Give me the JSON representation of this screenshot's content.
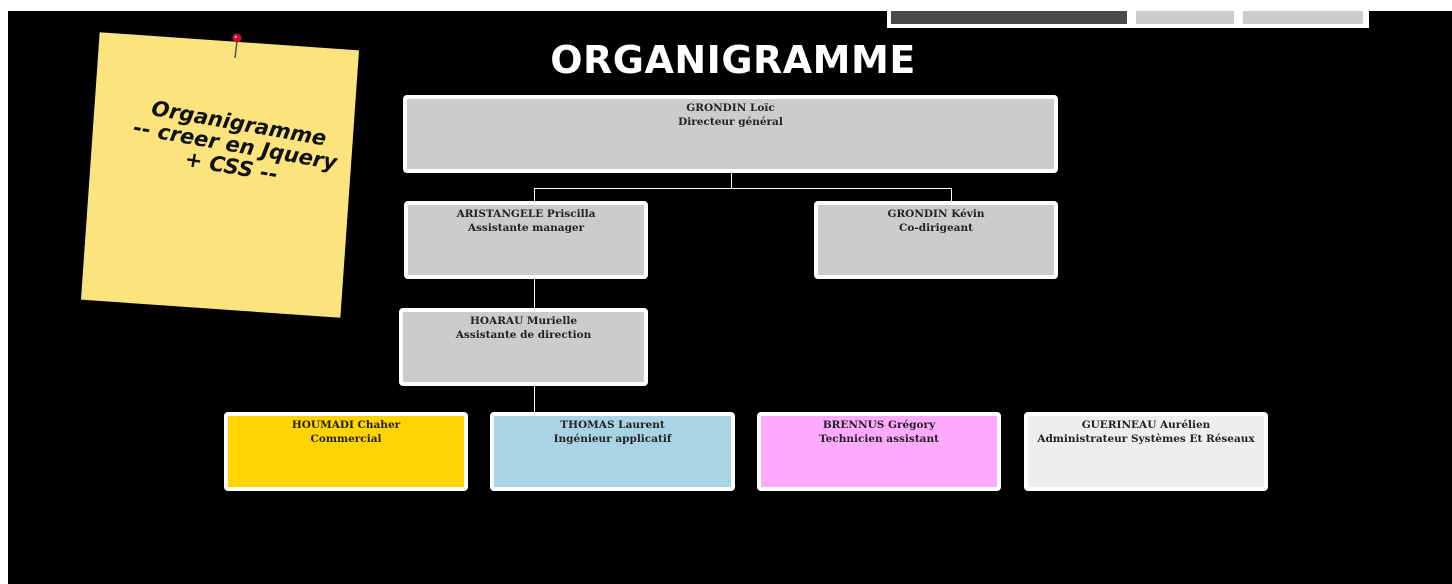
{
  "page": {
    "title": "ORGANIGRAMME"
  },
  "sticky_note": {
    "lines": [
      "Organigramme",
      "-- creer en Jquery",
      "+ CSS --"
    ]
  },
  "org": {
    "ceo": {
      "name": "GRONDIN Loïc",
      "role": "Directeur général"
    },
    "level2": [
      {
        "name": "ARISTANGELE Priscilla",
        "role": "Assistante manager"
      },
      {
        "name": "GRONDIN Kévin",
        "role": "Co-dirigeant"
      }
    ],
    "level3": {
      "name": "HOARAU Murielle",
      "role": "Assistante de direction"
    },
    "team": [
      {
        "name": "HOUMADI Chaher",
        "role": "Commercial",
        "color": "#ffd400"
      },
      {
        "name": "THOMAS Laurent",
        "role": "Ingénieur applicatif",
        "color": "#a8d4e6"
      },
      {
        "name": "BRENNUS Grégory",
        "role": "Technicien assistant",
        "color": "#ffaaff"
      },
      {
        "name": "GUERINEAU Aurélien",
        "role": "Administrateur Systèmes Et Réseaux",
        "color": "#eeeeee"
      }
    ]
  },
  "theme": {
    "background": "#000000",
    "node_default": "#cccccc",
    "sticky": "#fbe47e"
  }
}
